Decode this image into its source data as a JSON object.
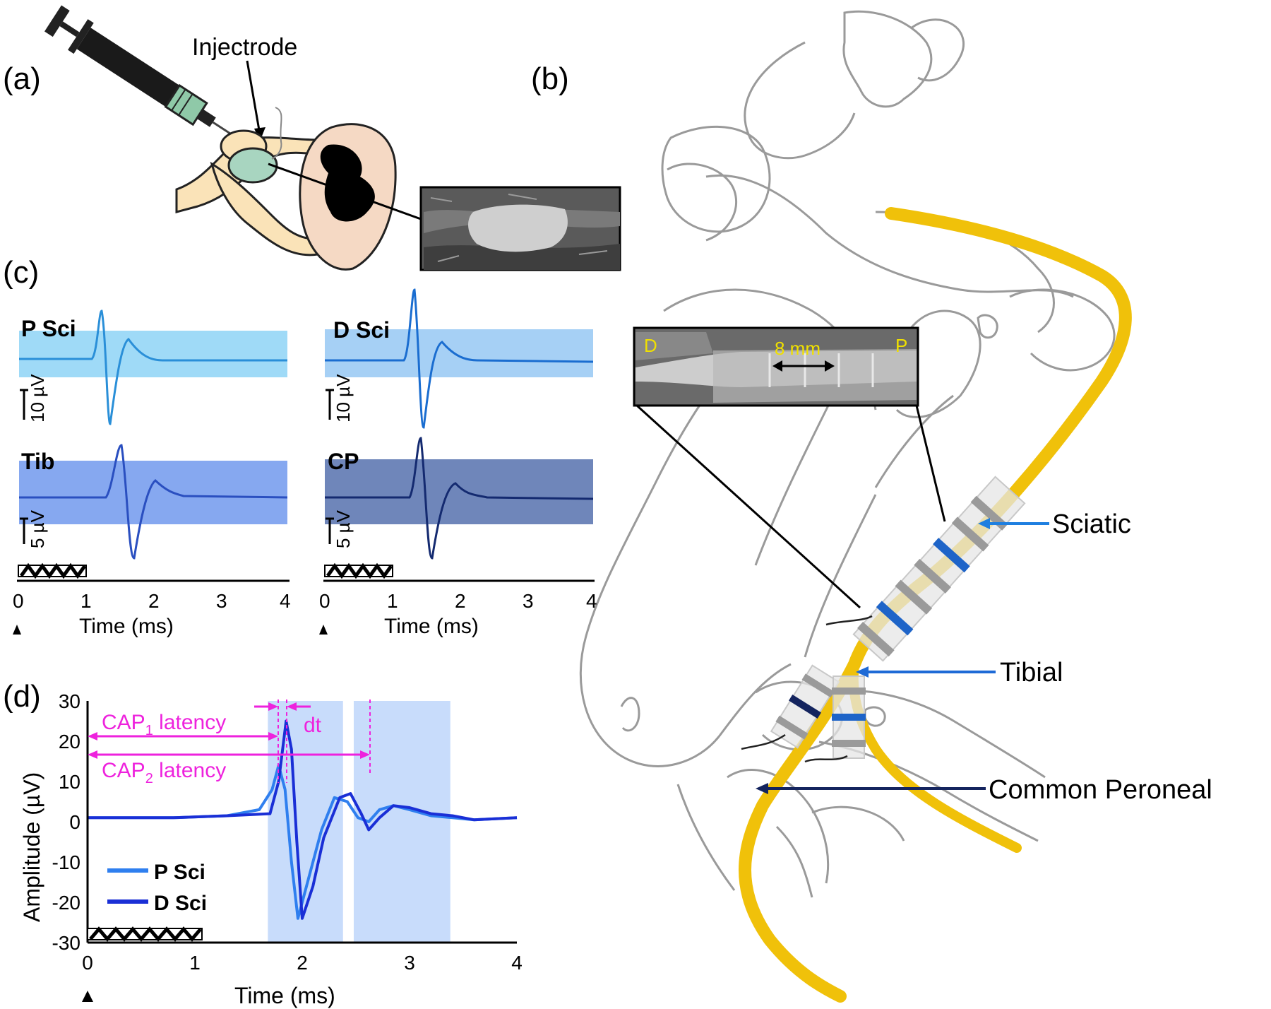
{
  "panels": {
    "a": "(a)",
    "b": "(b)",
    "c": "(c)",
    "d": "(d)"
  },
  "panel_a": {
    "injectrode_label": "Injectrode"
  },
  "panel_b": {
    "inset": {
      "left": "D",
      "right": "P",
      "spacing": "8 mm"
    },
    "nerves": {
      "sciatic": "Sciatic",
      "tibial": "Tibial",
      "common_peroneal": "Common Peroneal"
    }
  },
  "panel_c": {
    "traces": [
      {
        "label": "P Sci",
        "scale": "10 µV"
      },
      {
        "label": "D Sci",
        "scale": "10 µV"
      },
      {
        "label": "Tib",
        "scale": "5 µV"
      },
      {
        "label": "CP",
        "scale": "5 µV"
      }
    ],
    "x_ticks": [
      "0",
      "1",
      "2",
      "3",
      "4"
    ],
    "xlabel": "Time (ms)"
  },
  "panel_d": {
    "xlabel": "Time (ms)",
    "ylabel": "Amplitude (µV)",
    "x_ticks": [
      "0",
      "1",
      "2",
      "3",
      "4"
    ],
    "y_ticks": [
      "30",
      "20",
      "10",
      "0",
      "-10",
      "-20",
      "-30"
    ],
    "legend": [
      "P Sci",
      "D Sci"
    ],
    "annotations": {
      "cap1": "CAP",
      "cap1_sub": "1",
      "cap2": "CAP",
      "cap2_sub": "2",
      "latency": " latency",
      "dt": "dt"
    }
  },
  "chart_data": {
    "type": "line",
    "xlabel": "Time (ms)",
    "ylabel": "Amplitude (µV)",
    "xlim": [
      0,
      4
    ],
    "ylim": [
      -30,
      30
    ],
    "highlight_windows_ms": [
      [
        1.68,
        2.38
      ],
      [
        2.48,
        3.38
      ]
    ],
    "series": [
      {
        "name": "P Sci",
        "color": "#2f7fef",
        "x": [
          0,
          0.8,
          1.3,
          1.6,
          1.72,
          1.78,
          1.84,
          1.9,
          1.96,
          2.06,
          2.18,
          2.3,
          2.42,
          2.52,
          2.62,
          2.72,
          2.85,
          3.0,
          3.2,
          3.4,
          3.6,
          4.0
        ],
        "y": [
          1,
          1,
          1.5,
          3,
          8,
          14,
          8,
          -10,
          -24,
          -14,
          -2,
          6,
          5,
          1,
          0,
          3,
          4,
          3,
          1.5,
          1,
          0.5,
          1
        ]
      },
      {
        "name": "D Sci",
        "color": "#1a2fd6",
        "x": [
          0,
          0.8,
          1.3,
          1.7,
          1.78,
          1.85,
          1.9,
          1.95,
          2.0,
          2.1,
          2.2,
          2.35,
          2.45,
          2.55,
          2.62,
          2.72,
          2.85,
          3.0,
          3.2,
          3.4,
          3.6,
          4.0
        ],
        "y": [
          1,
          1,
          1.5,
          2,
          10,
          25,
          18,
          -5,
          -24,
          -16,
          -4,
          6,
          7,
          2,
          -2,
          1,
          4,
          3.5,
          2,
          1.5,
          0.5,
          1
        ]
      }
    ]
  },
  "colors": {
    "nerve": "#f0c10a",
    "bone_outline": "#999999",
    "trace_p_sci": "#2f7fef",
    "trace_d_sci": "#1a2fd6",
    "magenta": "#ee22dd",
    "arrow_blue": "#1e7fe0",
    "arrow_navy": "#14245e",
    "highlight": "#c8dcfb"
  }
}
